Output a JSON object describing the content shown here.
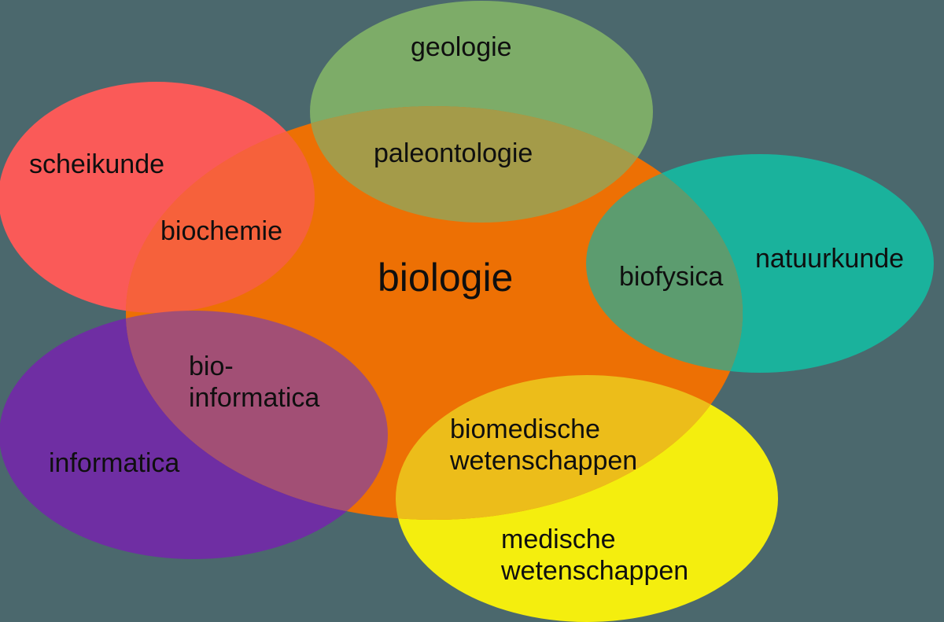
{
  "background": {
    "color": "#4b686d"
  },
  "diagram": {
    "regions": {
      "biologie": {
        "label": "biologie",
        "color": "#ed7004"
      },
      "geologie": {
        "label": "geologie",
        "color": "#7dac68"
      },
      "paleontologie": {
        "label": "paleontologie",
        "color": "#a49b49"
      },
      "scheikunde": {
        "label": "scheikunde",
        "color": "#fa5a58"
      },
      "biochemie": {
        "label": "biochemie",
        "color": "#f6613b"
      },
      "natuurkunde": {
        "label": "natuurkunde",
        "color": "#1ab29c"
      },
      "biofysica": {
        "label": "biofysica",
        "color": "#5c9c6f"
      },
      "informatica": {
        "label": "informatica",
        "color": "#6f2ea3"
      },
      "bioinformatica": {
        "label_lines": [
          "bio-",
          "informatica"
        ],
        "color": "#a24f75"
      },
      "medische_wetenschappen": {
        "label_lines": [
          "medische",
          "wetenschappen"
        ],
        "color": "#f4ee0e"
      },
      "biomedische_wetenschappen": {
        "label_lines": [
          "biomedische",
          "wetenschappen"
        ],
        "color": "#ecbd1a"
      }
    }
  }
}
